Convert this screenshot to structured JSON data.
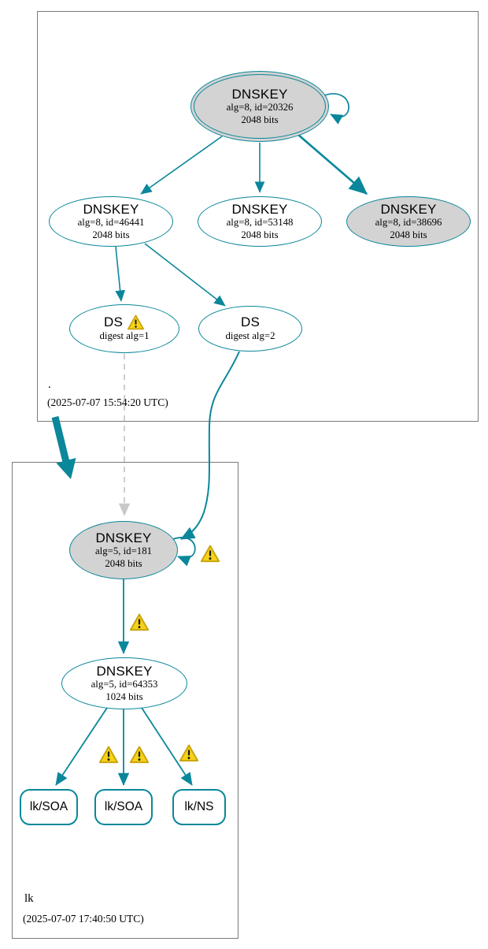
{
  "diagram": {
    "type": "dnssec-authentication-graph",
    "colors": {
      "secure_edge": "#0a879a",
      "sep_key_fill": "#d3d3d3",
      "insecure_edge": "#c8c8c8",
      "warning_fill": "#f7d317",
      "zone_border": "#7a7a7a"
    },
    "zones": {
      "root": {
        "label": ".",
        "timestamp": "(2025-07-07 15:54:20 UTC)"
      },
      "lk": {
        "label": "lk",
        "timestamp": "(2025-07-07 17:40:50 UTC)"
      }
    },
    "nodes": {
      "root_ksk": {
        "title": "DNSKEY",
        "attr1": "alg=8, id=20326",
        "attr2": "2048 bits"
      },
      "root_zsk": {
        "title": "DNSKEY",
        "attr1": "alg=8, id=46441",
        "attr2": "2048 bits"
      },
      "root_key2": {
        "title": "DNSKEY",
        "attr1": "alg=8, id=53148",
        "attr2": "2048 bits"
      },
      "root_key3": {
        "title": "DNSKEY",
        "attr1": "alg=8, id=38696",
        "attr2": "2048 bits"
      },
      "ds_alg1": {
        "title": "DS",
        "attr1": "digest alg=1"
      },
      "ds_alg2": {
        "title": "DS",
        "attr1": "digest alg=2"
      },
      "lk_ksk": {
        "title": "DNSKEY",
        "attr1": "alg=5, id=181",
        "attr2": "2048 bits"
      },
      "lk_zsk": {
        "title": "DNSKEY",
        "attr1": "alg=5, id=64353",
        "attr2": "1024 bits"
      },
      "lk_soa_1": {
        "label": "lk/SOA"
      },
      "lk_soa_2": {
        "label": "lk/SOA"
      },
      "lk_ns": {
        "label": "lk/NS"
      }
    }
  }
}
